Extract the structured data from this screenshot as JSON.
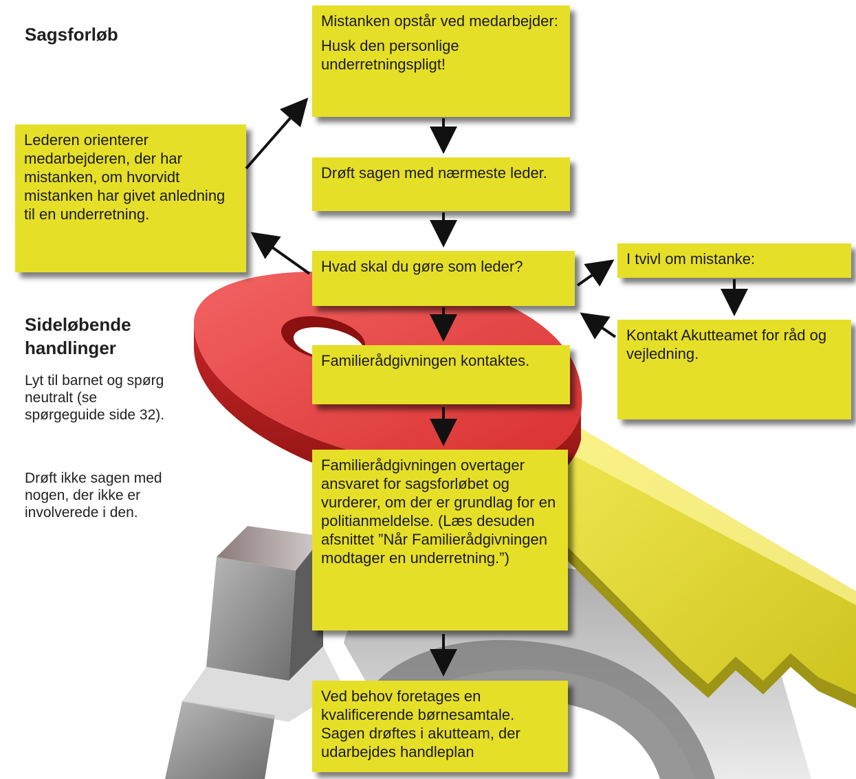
{
  "sagsforloeb": {
    "title": "Sagsforløb"
  },
  "sideloebende": {
    "title_line1": "Sideløbende",
    "title_line2": "handlinger",
    "para1": "Lyt til barnet og spørg neutralt (se spørgeguide side 32).",
    "para2": "Drøft ikke sagen med nogen, der ikke er involverede i den."
  },
  "boxes": {
    "mistanken": {
      "line1": "Mistanken opstår ved medarbejder:",
      "line2": "Husk den personlige underretningspligt!"
    },
    "droeft": "Drøft sagen med nærmeste leder.",
    "hvad": "Hvad skal du gøre som leder?",
    "lederen": "Lederen orienterer medarbejderen, der har mistanken, om hvorvidt mistanken har givet anledning til en underretning.",
    "tvivl": "I tvivl om mistanke:",
    "kontakt": "Kontakt Akutteamet for råd og vejledning.",
    "familie_kontaktes": "Familierådgivningen kontaktes.",
    "familie_overtager": "Familierådgivningen overtager ansvaret for sagsforløbet og vurderer, om der er grundlag for en politianmeldelse. (Læs desuden afsnittet ”Når Familierådgivningen modtager en underretning.”)",
    "ved_behov": "Ved behov foretages en kvalificerende børnesamtale. Sagen drøftes i akutteam, der udarbejdes handleplan"
  },
  "colors": {
    "box_fill": "#e6df27",
    "arrow": "#111111",
    "key_ring": "#e03a3a",
    "key_blade": "#e8df2c",
    "lock_grey": "#8a8a8a"
  },
  "icons": {
    "background": "key-illustration"
  }
}
